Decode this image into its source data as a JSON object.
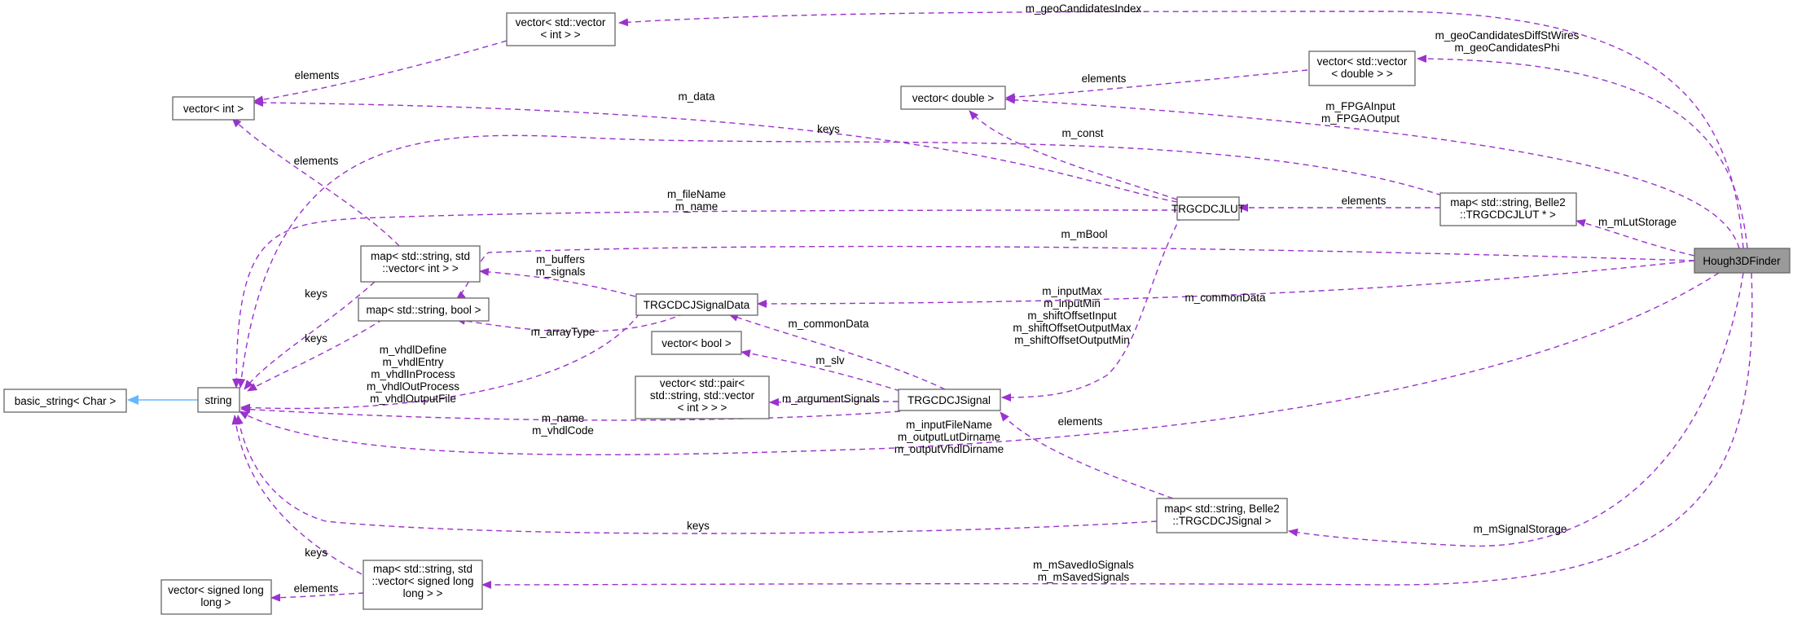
{
  "colors": {
    "usage_edge": "#9a32cd",
    "inherit_edge": "#63b8ff",
    "root_fill": "#9a9a9a",
    "box_stroke": "#666666"
  },
  "nodes": {
    "hough3d": [
      "Hough3DFinder"
    ],
    "vecvecint": [
      "vector< std::vector",
      "< int > >"
    ],
    "vecvecdouble": [
      "vector< std::vector",
      "< double > >"
    ],
    "vecint": [
      "vector< int >"
    ],
    "vecdouble": [
      "vector< double >"
    ],
    "mapstrlut": [
      "map< std::string, Belle2",
      "::TRGCDCJLUT * >"
    ],
    "jlut": [
      "TRGCDCJLUT"
    ],
    "mapstrvecint": [
      "map< std::string, std",
      "::vector< int > >"
    ],
    "mapstrbool": [
      "map< std::string, bool >"
    ],
    "signaldata": [
      "TRGCDCJSignalData"
    ],
    "basicstring": [
      "basic_string< Char >"
    ],
    "string": [
      "string"
    ],
    "vecbool": [
      "vector< bool >"
    ],
    "vecpair": [
      "vector< std::pair<",
      "std::string, std::vector",
      "< int > > >"
    ],
    "signal": [
      "TRGCDCJSignal"
    ],
    "mapstrsignal": [
      "map< std::string, Belle2",
      "::TRGCDCJSignal >"
    ],
    "vecsll": [
      "vector< signed long",
      "long >"
    ],
    "mapstrvecsll": [
      "map< std::string, std",
      "::vector< signed long",
      "long > >"
    ]
  },
  "edge_labels": {
    "geo_index": [
      "m_geoCandidatesIndex"
    ],
    "geo_diff": [
      "m_geoCandidatesDiffStWires",
      "m_geoCandidatesPhi"
    ],
    "vecvecint_elements": [
      "elements"
    ],
    "vecvecdouble_elements": [
      "elements"
    ],
    "fpga": [
      "m_FPGAInput",
      "m_FPGAOutput"
    ],
    "m_data": [
      "m_data"
    ],
    "m_const": [
      "m_const"
    ],
    "keys_maplut": [
      "keys"
    ],
    "mapstrvecint_elements": [
      "elements"
    ],
    "filename": [
      "m_fileName",
      "m_name"
    ],
    "lut_elements": [
      "elements"
    ],
    "lut_storage": [
      "m_mLutStorage"
    ],
    "mbool": [
      "m_mBool"
    ],
    "buffers": [
      "m_buffers",
      "m_signals"
    ],
    "keys_mapvecint": [
      "keys"
    ],
    "keys_mapbool": [
      "keys"
    ],
    "input_max": [
      "m_inputMax",
      "m_inputMin",
      "m_shiftOffsetInput",
      "m_shiftOffsetOutputMax",
      "m_shiftOffsetOutputMin"
    ],
    "common_data_root": [
      "m_commonData"
    ],
    "array_type": [
      "m_arrayType"
    ],
    "vhdl": [
      "m_vhdlDefine",
      "m_vhdlEntry",
      "m_vhdlInProcess",
      "m_vhdlOutProcess",
      "m_vhdlOutputFile"
    ],
    "common_data_signal": [
      "m_commonData"
    ],
    "slv": [
      "m_slv"
    ],
    "argument_signals": [
      "m_argumentSignals"
    ],
    "name_code": [
      "m_name",
      "m_vhdlCode"
    ],
    "dirnames": [
      "m_inputFileName",
      "m_outputLutDirname",
      "m_outputVhdlDirname"
    ],
    "signal_elements": [
      "elements"
    ],
    "keys_mapsignal": [
      "keys"
    ],
    "signal_storage": [
      "m_mSignalStorage"
    ],
    "keys_mapsll": [
      "keys"
    ],
    "sll_elements": [
      "elements"
    ],
    "saved": [
      "m_mSavedIoSignals",
      "m_mSavedSignals"
    ]
  }
}
